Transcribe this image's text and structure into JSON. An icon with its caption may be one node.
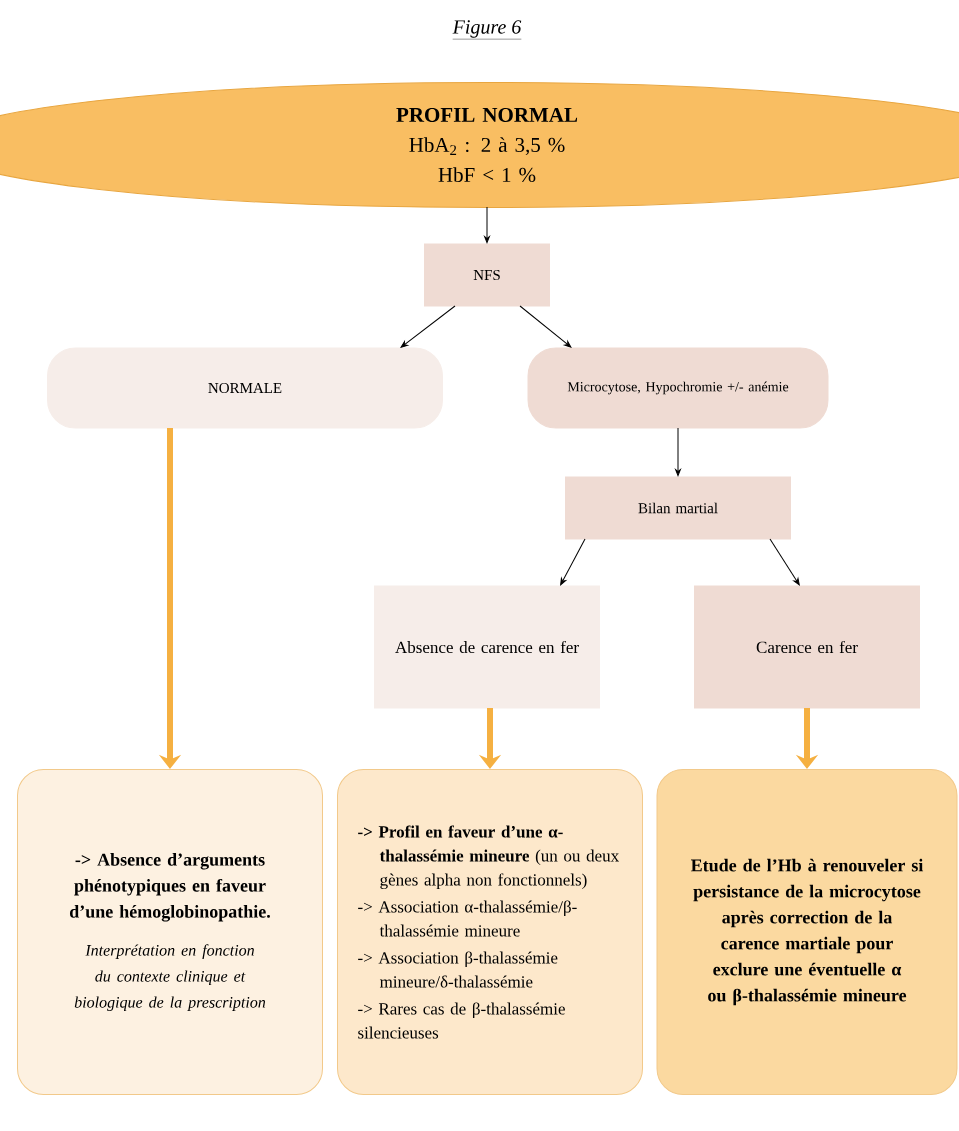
{
  "diagram": {
    "title": "Figure 6",
    "nodes": [
      {
        "text": [
          "PROFIL NORMAL",
          "HbA$_{2}$ : 2 à 3,5 %",
          "HbF < 1 %"
        ]
      },
      {
        "text": [
          "NFS"
        ]
      },
      {
        "text": [
          "NORMALE"
        ]
      },
      {
        "text": [
          "Microcytose, Hypochromie +/- anémie"
        ]
      },
      {
        "text": [
          "Bilan martial"
        ]
      },
      {
        "text": [
          "Absence de carence en fer"
        ]
      },
      {
        "text": [
          "Carence en fer"
        ]
      },
      {
        "text": [
          "-> Absence d’arguments phénotypiques en faveur d’une hémoglobinopathie.",
          "Interprétation en fonction du contexte clinique et biologique de la prescription"
        ]
      },
      {
        "text": [
          "**-> Profil en faveur d’une α-thalassémie mineure** (un ou deux gènes alpha non fonctionnels)",
          "-> Association α-thalassémie/β-thalassémie mineure",
          "-> Association β-thalassémie mineure/δ-thalassémie",
          "-> Rares cas de β-thalassémie silencieuses"
        ]
      },
      {
        "text": [
          "Etude de l’Hb à renouveler si persistance de la microcytose après correction de la carence martiale pour exclure une éventuelle α ou β-thalassémie mineure"
        ]
      }
    ],
    "edges": [
      {
        "from": 0,
        "to": 1,
        "arrow": "to"
      },
      {
        "from": 1,
        "to": 2,
        "arrow": "to"
      },
      {
        "from": 1,
        "to": 3,
        "arrow": "to"
      },
      {
        "from": 3,
        "to": 4,
        "arrow": "to"
      },
      {
        "from": 4,
        "to": 5,
        "arrow": "to"
      },
      {
        "from": 4,
        "to": 6,
        "arrow": "to"
      },
      {
        "from": 2,
        "to": 7,
        "arrow": "to",
        "style": "thick",
        "color": "#f5b041"
      },
      {
        "from": 5,
        "to": 8,
        "arrow": "to",
        "style": "thick",
        "color": "#f5b041"
      },
      {
        "from": 6,
        "to": 9,
        "arrow": "to",
        "style": "thick",
        "color": "#f5b041"
      }
    ]
  }
}
